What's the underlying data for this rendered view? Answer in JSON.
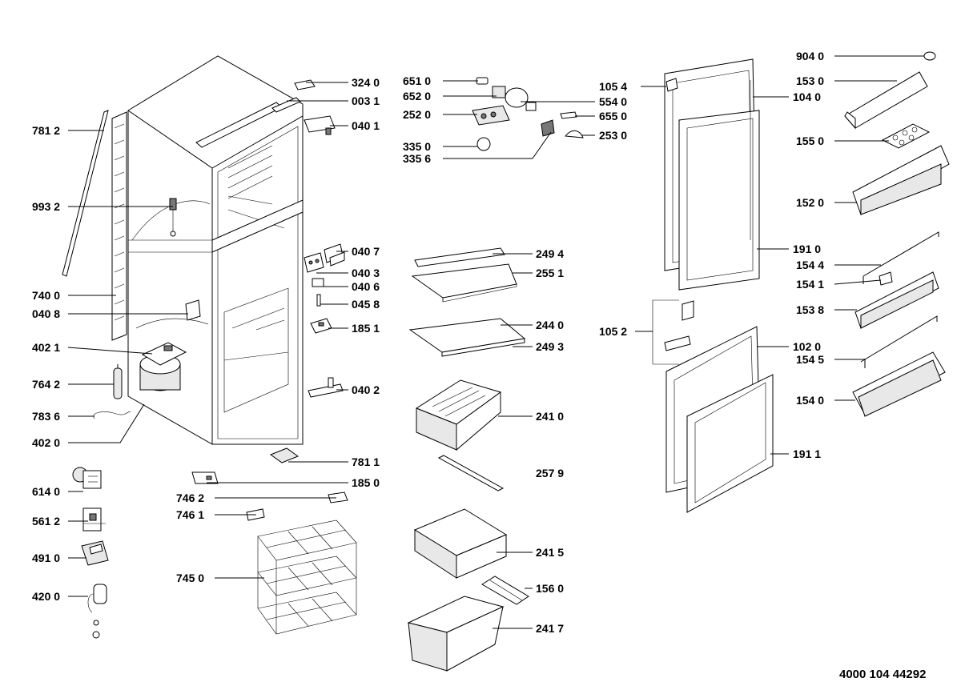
{
  "diagram": {
    "document_number": "4000 104 44292",
    "labels": {
      "l3240": "324 0",
      "l0031": "003 1",
      "l0401": "040 1",
      "l7812": "781 2",
      "l9932": "993 2",
      "l0407": "040 7",
      "l0403": "040 3",
      "l0406": "040 6",
      "l0458": "045 8",
      "l7400": "740 0",
      "l0408": "040 8",
      "l1851": "185 1",
      "l4021": "402 1",
      "l7642": "764 2",
      "l0402": "040 2",
      "l7836": "783 6",
      "l4020": "402 0",
      "l6140": "614 0",
      "l5612": "561 2",
      "l4910": "491 0",
      "l4200": "420 0",
      "l7811": "781 1",
      "l1850": "185 0",
      "l7462": "746 2",
      "l7461": "746 1",
      "l7450": "745 0",
      "l6510": "651 0",
      "l6520": "652 0",
      "l2520": "252 0",
      "l3350": "335 0",
      "l3356": "335 6",
      "l5540": "554 0",
      "l6550": "655 0",
      "l2530": "253 0",
      "l1054": "105 4",
      "l2494": "249 4",
      "l2551": "255 1",
      "l2440": "244 0",
      "l2493": "249 3",
      "l2410": "241 0",
      "l2579": "257 9",
      "l2415": "241 5",
      "l1560": "156 0",
      "l2417": "241 7",
      "l1040": "104 0",
      "l1910": "191 0",
      "l1052": "105 2",
      "l1020": "102 0",
      "l1911": "191 1",
      "l9040": "904 0",
      "l1530": "153 0",
      "l1550": "155 0",
      "l1520": "152 0",
      "l1544": "154 4",
      "l1541": "154 1",
      "l1538": "153 8",
      "l1545": "154 5",
      "l1540": "154 0"
    }
  }
}
